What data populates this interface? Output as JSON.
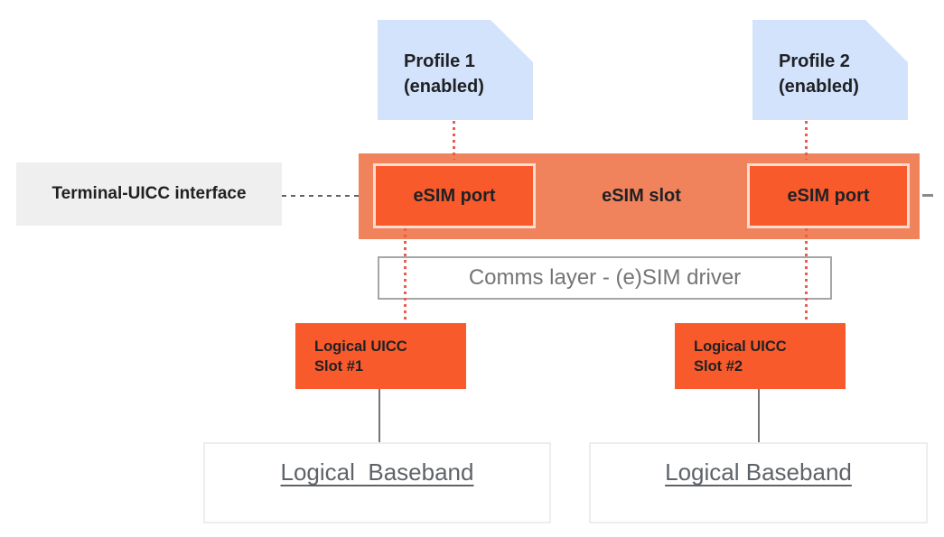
{
  "diagram": {
    "profile1": {
      "title": "Profile 1",
      "status": "(enabled)"
    },
    "profile2": {
      "title": "Profile 2",
      "status": "(enabled)"
    },
    "terminal_interface": {
      "label": "Terminal-UICC interface"
    },
    "esim_slot": {
      "label": "eSIM slot"
    },
    "esim_port_left": {
      "label": "eSIM port"
    },
    "esim_port_right": {
      "label": "eSIM port"
    },
    "comms_layer": {
      "label": "Comms layer - (e)SIM driver"
    },
    "logical_uicc_slot1": {
      "line1": "Logical UICC",
      "line2": "Slot #1"
    },
    "logical_uicc_slot2": {
      "line1": "Logical UICC",
      "line2": "Slot #2"
    },
    "logical_baseband1": {
      "label": "Logical  Baseband"
    },
    "logical_baseband2": {
      "label": "Logical Baseband"
    }
  },
  "colors": {
    "profile_fill": "#D3E3FC",
    "slot_bar_fill": "#F0825C",
    "port_fill": "#F95A2B",
    "port_border": "#FBDCCE",
    "connector_red": "#EC5B4D",
    "connector_gray": "#757575",
    "dash_gray": "#5F6368",
    "text_dark": "#202124",
    "text_gray": "#5F6368",
    "comms_text": "#757575",
    "comms_border": "#A6A6A6",
    "terminal_fill": "#EFEFEF",
    "baseband_border": "#EDEDED"
  }
}
